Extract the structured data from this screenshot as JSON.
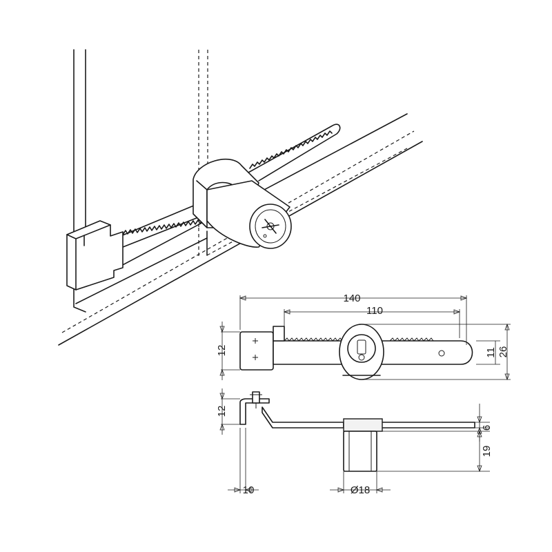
{
  "dimensions": {
    "rack_overall": "140",
    "rack_toothed": "110",
    "bracket_height": "12",
    "rack_width": "11",
    "lock_diameter_top": "26",
    "side_bracket_height": "12",
    "bracket_depth": "10",
    "cylinder_diameter": "Ø18",
    "rack_thickness": "6",
    "cylinder_length": "19"
  }
}
